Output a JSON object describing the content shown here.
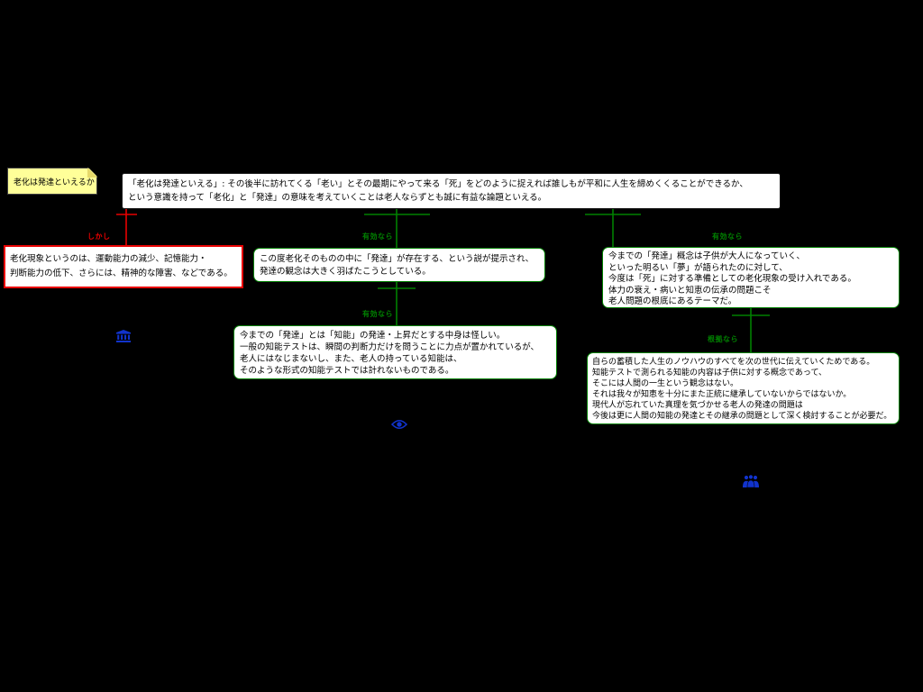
{
  "title_note": {
    "text": "老化は発達といえるか"
  },
  "nodes": {
    "main": {
      "lines": [
        "「老化は発達といえる」: その後半に訪れてくる「老い」とその最期にやって来る「死」をどのように捉えれば誰しもが平和に人生を締めくくることができるか、",
        "という意識を持って「老化」と「発達」の意味を考えていくことは老人ならずとも誠に有益な論題といえる。"
      ]
    },
    "objection": {
      "relation_label": "しかし",
      "lines": [
        "老化現象というのは、運動能力の減少、記憶能力・",
        "判断能力の低下、さらには、精神的な障害、などである。"
      ]
    },
    "reason1": {
      "relation_label": "有効なら",
      "lines": [
        "この度老化そのものの中に「発達」が存在する、という説が提示され、",
        "発達の観念は大きく羽ばたこうとしている。"
      ]
    },
    "reason2": {
      "relation_label": "有効なら",
      "lines": [
        "今までの「発達」とは「知能」の発達・上昇だとする中身は怪しい。",
        "一般の知能テストは、瞬間の判断力だけを問うことに力点が置かれているが、",
        "老人にはなじまないし、また、老人の持っている知能は、",
        "そのような形式の知能テストでは計れないものである。"
      ]
    },
    "reason3": {
      "relation_label": "有効なら",
      "lines": [
        "今までの「発達」概念は子供が大人になっていく、",
        "といった明るい「夢」が語られたのに対して、",
        "今度は「死」に対する準備としての老化現象の受け入れである。",
        "体力の衰え・病いと知恵の伝承の問題こそ",
        "老人問題の根底にあるテーマだ。"
      ]
    },
    "reason4": {
      "relation_label": "根拠なら",
      "lines": [
        "自らの蓄積した人生のノウハウのすべてを次の世代に伝えていくためである。",
        "知能テストで測られる知能の内容は子供に対する概念であって、",
        "そこには人間の一生という観念はない。",
        "それは我々が知恵を十分にまた正統に継承していないからではないか。",
        "現代人が忘れていた真理を気づかせる老人の発達の問題は",
        "今後は更に人間の知能の発達とその継承の問題として深く検討することが必要だ。"
      ]
    }
  },
  "icons": {
    "building": "building-icon",
    "eye": "eye-icon",
    "group": "group-icon"
  },
  "colors": {
    "background": "#000000",
    "support_green": "#008000",
    "objection_red": "#e80000",
    "note_yellow": "#ffff99",
    "icon_blue": "#1133cc",
    "node_fill": "#ffffff"
  }
}
